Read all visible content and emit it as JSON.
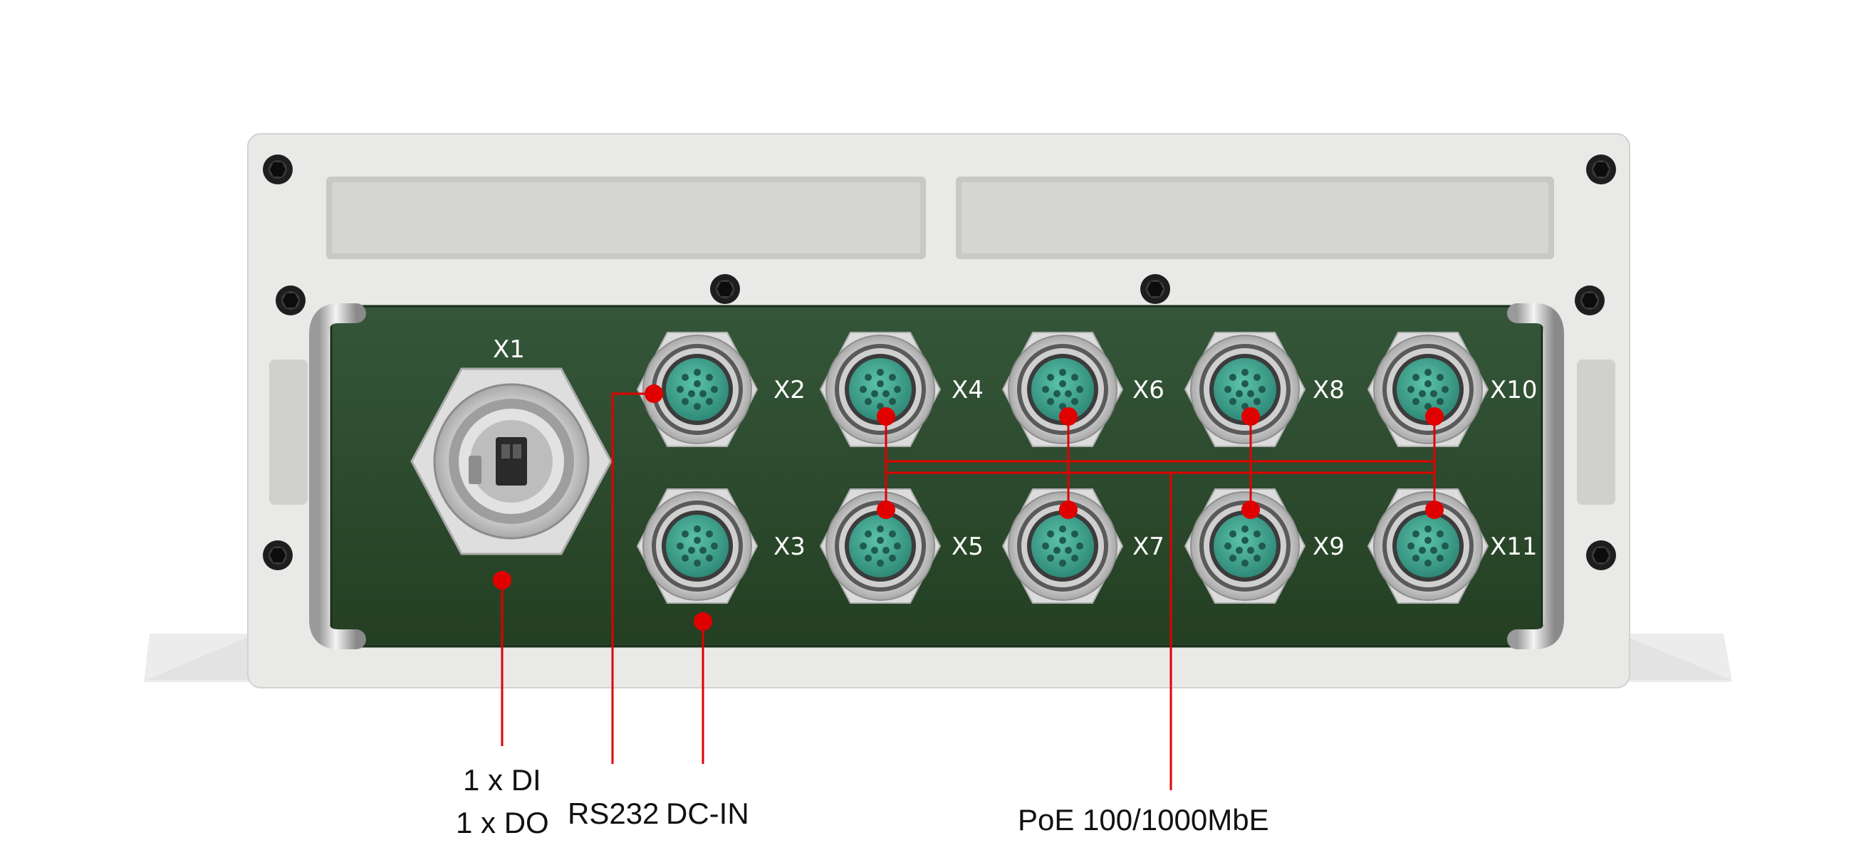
{
  "colors": {
    "chassis": "#e8e8e6",
    "board": "#2c4a2a",
    "leader": "#e00000",
    "connector_insert": "#3fa591",
    "label_text": "#111111"
  },
  "ports": {
    "X1": "X1",
    "X2": "X2",
    "X3": "X3",
    "X4": "X4",
    "X5": "X5",
    "X6": "X6",
    "X7": "X7",
    "X8": "X8",
    "X9": "X9",
    "X10": "X10",
    "X11": "X11"
  },
  "callouts": {
    "di_do": {
      "line1": "1 x DI",
      "line2": "1 x DO"
    },
    "rs232": "RS232",
    "dc_in": "DC-IN",
    "poe": "PoE 100/1000MbE"
  }
}
